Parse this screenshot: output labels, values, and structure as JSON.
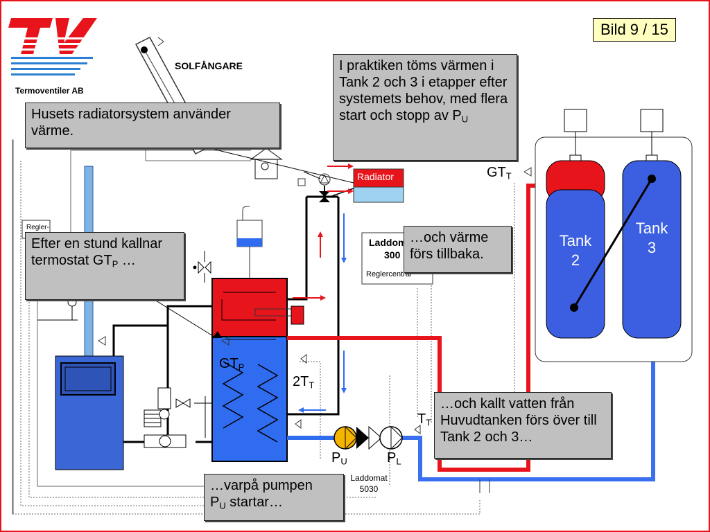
{
  "logo": {
    "company": "Termoventiler AB",
    "brand_color": "#e8141c",
    "accent_color": "#2a7fd4"
  },
  "page_indicator": {
    "text": "Bild 9 / 15"
  },
  "labels": {
    "solar": "SOLFÅNGARE",
    "radiator": "Radiator",
    "regler_cut": "Regler-",
    "laddomat_title": "Laddomat",
    "laddomat_num": "300",
    "reglercentral": "Reglercentral",
    "tank2_line1": "Tank",
    "tank2_line2": "2",
    "tank3_line1": "Tank",
    "tank3_line2": "3",
    "gtt_main": "GT",
    "gtt_sub": "T",
    "gtp_main": "GT",
    "gtp_sub": "P",
    "twott_main": "2T",
    "twott_sub": "T",
    "tt_main": "T",
    "tt_sub": "T",
    "pu_main": "P",
    "pu_sub": "U",
    "pl_main": "P",
    "pl_sub": "L",
    "laddomat_5030_line1": "Laddomat",
    "laddomat_5030_line2": "5030"
  },
  "callouts": {
    "radiator_system": "Husets radiatorsystem använder värme.",
    "practice_main": "I praktiken töms värmen i Tank 2 och 3 i etapper efter systemets behov, med flera start och stopp av P",
    "practice_sub": "U",
    "stund_main": "Efter en stund kallnar termostat GT",
    "stund_sub": "P",
    "stund_tail": " …",
    "heat_back": "…och värme förs tillbaka.",
    "cold_water": "…och kallt vatten från Huvudtanken förs över till Tank 2 och 3…",
    "pump_start_line1": "…varpå pumpen",
    "pump_start_main": "P",
    "pump_start_sub": "U",
    "pump_start_tail": " startar…"
  },
  "colors": {
    "hot": "#e8141c",
    "cold": "#2f6cf0",
    "tank_blue": "#3b5fe0",
    "boiler_blue": "#3a66d6",
    "radiator_cold": "#9fd1f0",
    "callout_bg": "#c0c0c0",
    "pump_yellow": "#f4b400"
  }
}
